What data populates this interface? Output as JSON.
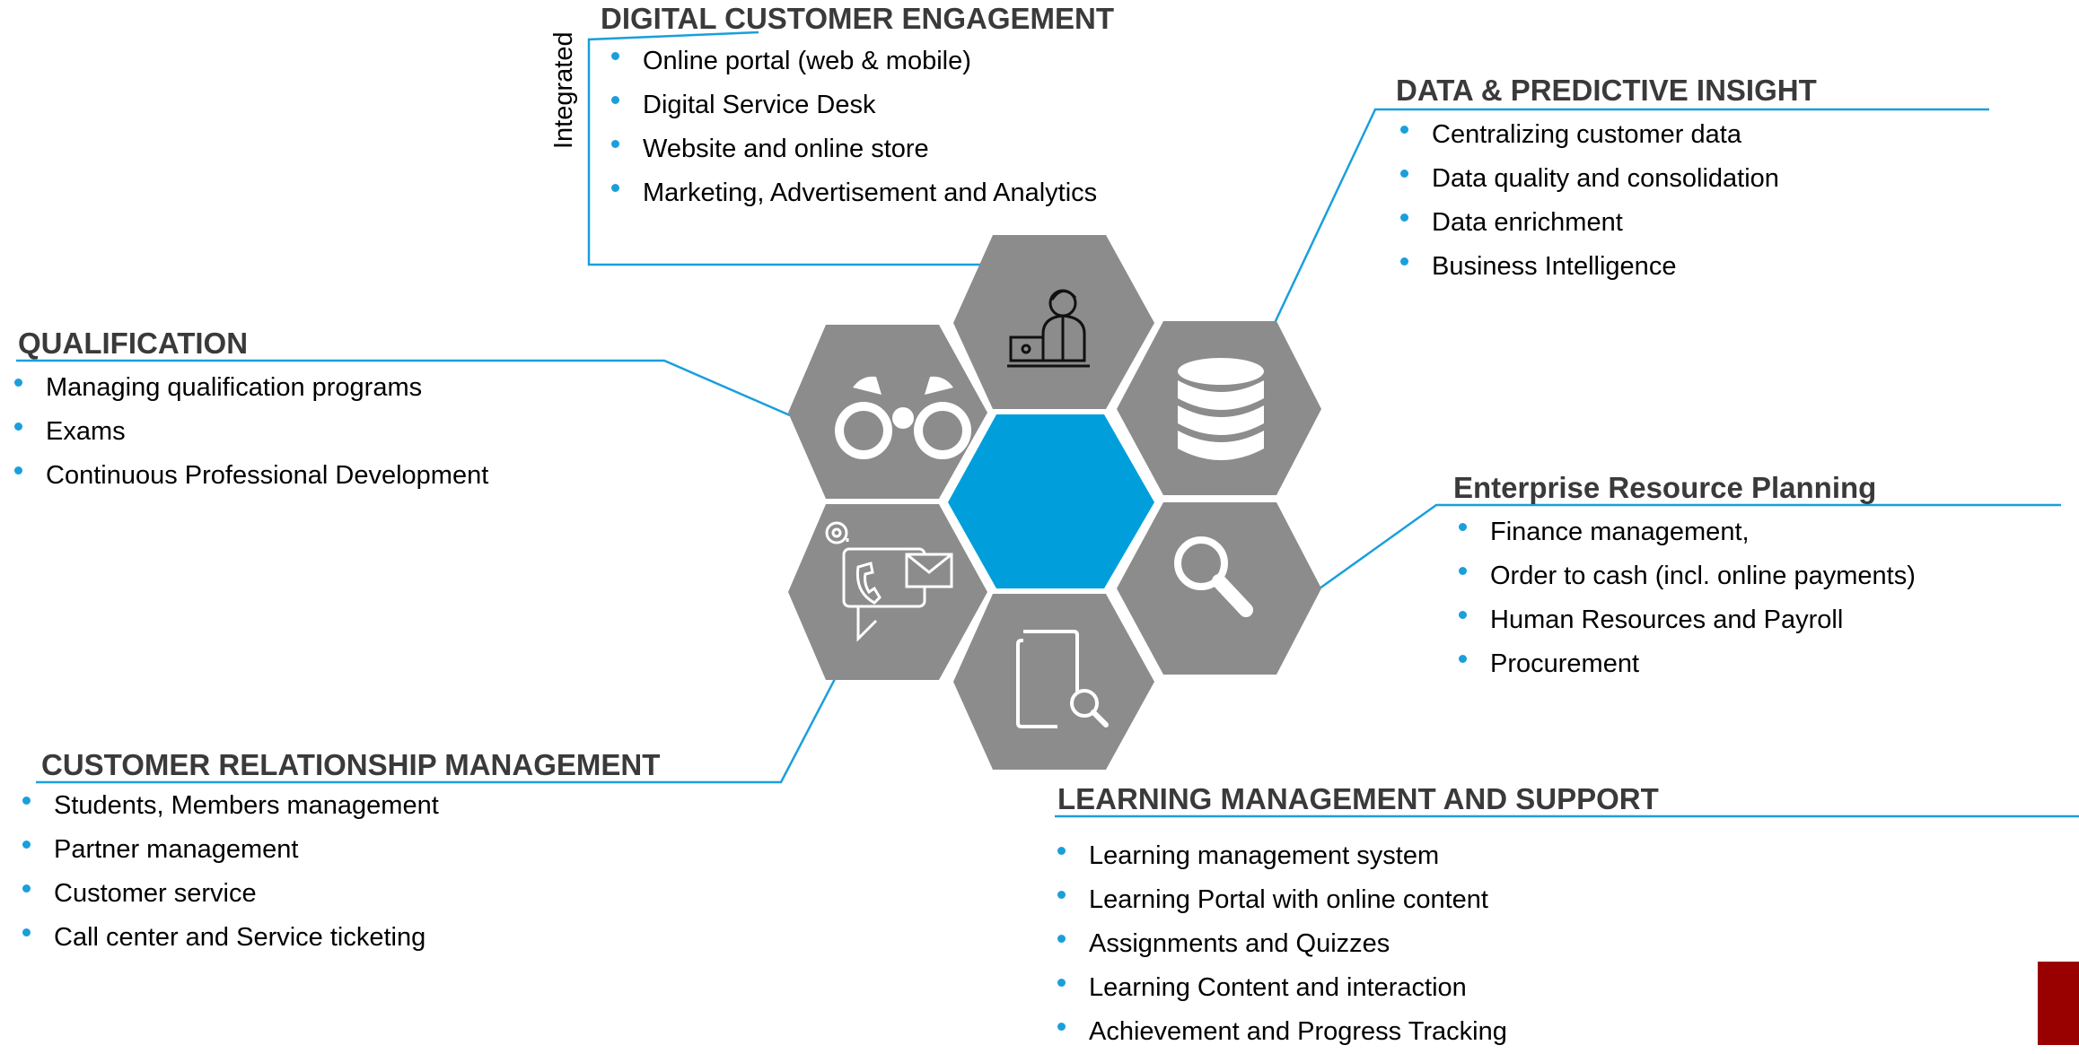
{
  "colors": {
    "accent": "#1a9fdc",
    "center_hexagon": "#009fdb",
    "hexagon": "#8c8c8c",
    "heading": "#3a3a3a",
    "corner_mark": "#990000"
  },
  "hub": {
    "icons": [
      "person-at-laptop-icon",
      "database-icon",
      "magnifier-icon",
      "document-search-icon",
      "contact-channels-icon",
      "binoculars-icon"
    ]
  },
  "sections": {
    "digital_customer_engagement": {
      "title": "DIGITAL CUSTOMER ENGAGEMENT",
      "side_label": "Integrated",
      "items": [
        "Online portal (web & mobile)",
        "Digital Service Desk",
        "Website and online store",
        "Marketing, Advertisement and Analytics"
      ]
    },
    "data_predictive_insight": {
      "title": "DATA & PREDICTIVE INSIGHT",
      "items": [
        "Centralizing customer data",
        "Data quality and consolidation",
        "Data enrichment",
        "Business Intelligence"
      ]
    },
    "qualification": {
      "title": "QUALIFICATION",
      "items": [
        "Managing qualification programs",
        "Exams",
        "Continuous Professional Development"
      ]
    },
    "erp": {
      "title": "Enterprise Resource Planning",
      "items": [
        "Finance management,",
        "Order to cash (incl. online payments)",
        "Human Resources and Payroll",
        "Procurement"
      ]
    },
    "crm": {
      "title": "CUSTOMER RELATIONSHIP MANAGEMENT",
      "items": [
        "Students, Members management",
        "Partner management",
        "Customer service",
        "Call center and Service ticketing"
      ]
    },
    "learning": {
      "title": "LEARNING MANAGEMENT AND SUPPORT",
      "items": [
        "Learning management system",
        "Learning Portal with online content",
        "Assignments and Quizzes",
        "Learning Content and interaction",
        "Achievement and Progress Tracking"
      ]
    }
  }
}
